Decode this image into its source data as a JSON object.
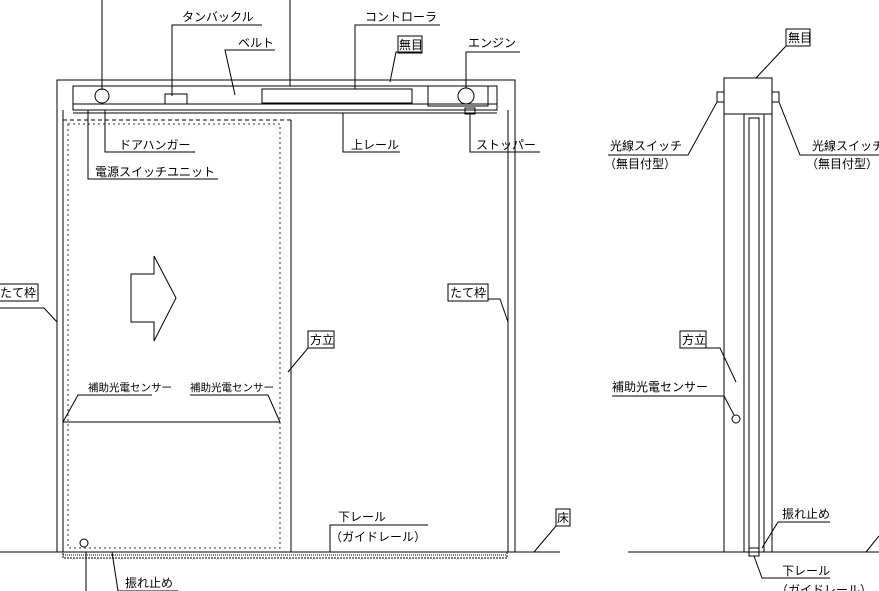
{
  "front_view": {
    "labels": {
      "turnbuckle": "タンバックル",
      "controller": "コントローラ",
      "belt": "ベルト",
      "mumoku": "無目",
      "engine": "エンジン",
      "door_hanger": "ドアハンガー",
      "upper_rail": "上レール",
      "stopper": "ストッパー",
      "power_switch_unit": "電源スイッチユニット",
      "tatewaku_left": "たて枠",
      "tatewaku_right": "たて枠",
      "houdate": "方立",
      "aux_sensor_left": "補助光電センサー",
      "aux_sensor_right": "補助光電センサー",
      "lower_rail": "下レール",
      "guide_rail": "（ガイドレール）",
      "floor": "床",
      "furedome": "振れ止め"
    }
  },
  "side_view": {
    "labels": {
      "mumoku": "無目",
      "light_switch_left": "光線スイッチ",
      "light_switch_left_sub": "（無目付型）",
      "light_switch_right": "光線スイッチ",
      "light_switch_right_sub": "（無目付型）",
      "houdate": "方立",
      "aux_sensor": "補助光電センサー",
      "furedome": "振れ止め",
      "lower_rail": "下レール",
      "guide_rail": "（ガイドレール）"
    }
  }
}
